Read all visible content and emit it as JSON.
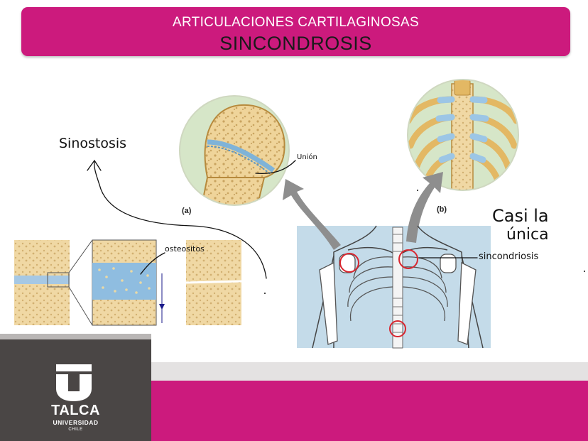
{
  "header": {
    "line1": "ARTICULACIONES CARTILAGINOSAS",
    "line2": "SINCONDROSIS"
  },
  "figures": {
    "label_a": "(a)",
    "label_b": "(b)"
  },
  "annotations": {
    "sinostosis": "Sinostosis",
    "union": "Unión",
    "osteositos": "osteositos",
    "casi_line1": "Casi la",
    "casi_line2": "única",
    "sincondriosis": "sincondriosis"
  },
  "logo": {
    "name": "TALCA",
    "sub": "UNIVERSIDAD",
    "country": "CHILE"
  },
  "colors": {
    "brand_pink": "#cc1a7d",
    "panel_dark": "#4a4645",
    "bone": "#e8c77e",
    "cartilage": "#7fb3d8"
  }
}
